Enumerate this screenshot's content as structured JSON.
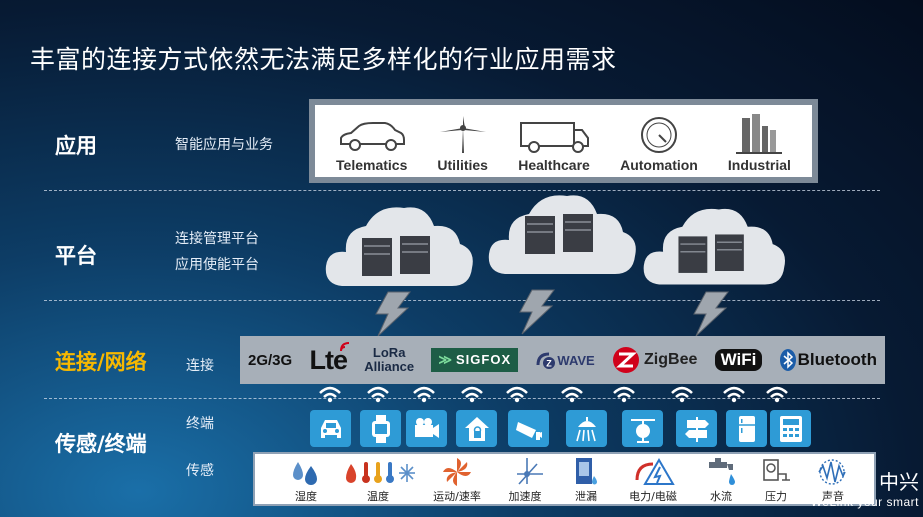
{
  "title": "丰富的连接方式依然无法满足多样化的行业应用需求",
  "layers": {
    "app": {
      "name": "应用",
      "sub": "智能应用与业务"
    },
    "platform": {
      "name": "平台",
      "sub1": "连接管理平台",
      "sub2": "应用使能平台"
    },
    "network": {
      "name": "连接/网络",
      "sub": "连接"
    },
    "terminal": {
      "name": "传感/终端",
      "sub_terminal": "终端",
      "sub_sensor": "传感"
    }
  },
  "apps": [
    {
      "label": "Telematics",
      "icon": "car-icon"
    },
    {
      "label": "Utilities",
      "icon": "wind-turbine-icon"
    },
    {
      "label": "Healthcare",
      "icon": "ambulance-icon"
    },
    {
      "label": "Automation",
      "icon": "gauge-icon"
    },
    {
      "label": "Industrial",
      "icon": "factory-icon"
    }
  ],
  "connections": {
    "cellular": "2G/3G",
    "lte": "Lte",
    "lora_top": "LoRa",
    "lora_bottom": "Alliance",
    "sigfox": "SIGFOX",
    "zwave": "WAVE",
    "zigbee": "ZigBee",
    "wifi": "WiFi",
    "bluetooth": "Bluetooth"
  },
  "terminals": [
    "car-icon",
    "watch-icon",
    "camera-icon",
    "smart-home-icon",
    "cctv-icon",
    "shower-icon",
    "drone-icon",
    "signpost-icon",
    "fridge-icon",
    "calculator-icon"
  ],
  "sensors": [
    {
      "label": "湿度",
      "icon": "humidity-icon"
    },
    {
      "label": "温度",
      "icon": "temperature-icon"
    },
    {
      "label": "运动/速率",
      "icon": "motion-icon"
    },
    {
      "label": "加速度",
      "icon": "acceleration-icon"
    },
    {
      "label": "泄漏",
      "icon": "leak-icon"
    },
    {
      "label": "电力/电磁",
      "icon": "electric-icon"
    },
    {
      "label": "水流",
      "icon": "water-flow-icon"
    },
    {
      "label": "压力",
      "icon": "pressure-icon"
    },
    {
      "label": "声音",
      "icon": "sound-icon"
    }
  ],
  "brand": {
    "cn": "中兴",
    "en": "WeLink your smart"
  },
  "colors": {
    "accent_gold": "#f6b800",
    "terminal_blue": "#2e9bd6",
    "background": "#071a33"
  }
}
